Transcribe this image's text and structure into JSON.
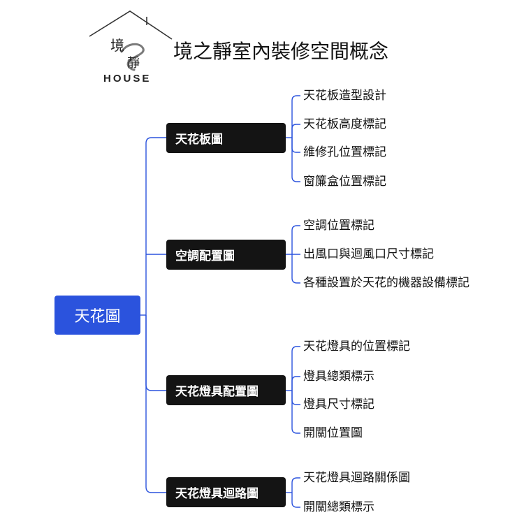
{
  "header": {
    "logo_text": "境之靜",
    "logo_word": "HOUSE",
    "title": "境之靜室內裝修空間概念"
  },
  "mindmap": {
    "root": "天花圖",
    "branches": [
      {
        "label": "天花板圖",
        "items": [
          "天花板造型設計",
          "天花板高度標記",
          "維修孔位置標記",
          "窗簾盒位置標記"
        ]
      },
      {
        "label": "空調配置圖",
        "items": [
          "空調位置標記",
          "出風口與迴風口尺寸標記",
          "各種設置於天花的機器設備標記"
        ]
      },
      {
        "label": "天花燈具配置圖",
        "items": [
          "天花燈具的位置標記",
          "燈具總類標示",
          "燈具尺寸標記",
          "開關位置圖"
        ]
      },
      {
        "label": "天花燈具迴路圖",
        "items": [
          "天花燈具迴路關係圖",
          "開關總類標示"
        ]
      }
    ]
  },
  "colors": {
    "root_bg": "#2b53dd",
    "branch_bg": "#141414",
    "connector": "#2b53dd"
  }
}
